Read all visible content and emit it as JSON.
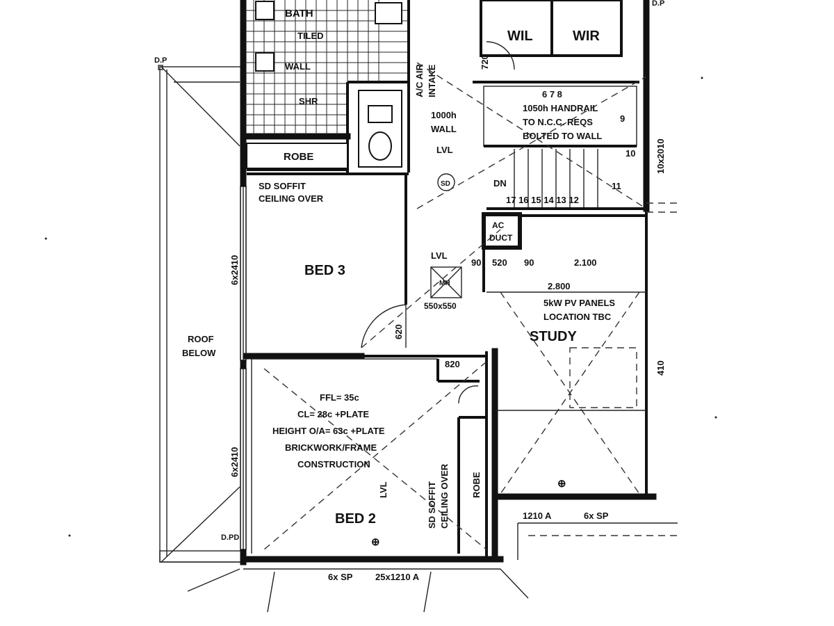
{
  "labels": {
    "bath": "BATH",
    "tiled": "TILED",
    "robe_top": "ROBE",
    "wil": "WIL",
    "wir": "WIR",
    "sd_soffit_1": "SD SOFFIT",
    "ceiling_over_1": "CEILING OVER",
    "bed3": "BED 3",
    "bed2": "BED 2",
    "study": "STUDY",
    "roof": "ROOF",
    "below": "BELOW",
    "dp_top_left": "D.P",
    "dp_top_right": "D.P",
    "dp_bottom": "D.PD",
    "dim_6x2410_a": "6x2410",
    "dim_6x2410_b": "6x2410",
    "dim_10x2010": "10x2010",
    "dim_620": "620",
    "dim_820": "820",
    "dim_520": "520",
    "dim_90": "90",
    "dim_2100": "2.100",
    "dim_2800": "2.800",
    "dim_550": "550x550",
    "dim_1210a": "1210 A",
    "dim_6xsp_r": "6x SP",
    "bottom_6xsp": "6x SP",
    "bottom_25x1210": "25x1210 A",
    "pv_1": "5kW PV PANELS",
    "pv_2": "LOCATION TBC",
    "ffl": "FFL= 35c",
    "cl": "CL= 28c +PLATE",
    "height": "HEIGHT O/A= 63c +PLATE",
    "brick": "BRICKWORK/FRAME",
    "construction": "CONSTRUCTION",
    "lvl_1": "LVL",
    "lvl_2": "LVL",
    "lvl_3": "LVL",
    "sd_soffit_2": "SD SOFFIT",
    "ceiling_over_2": "CEILING OVER",
    "robe_2": "ROBE",
    "ac_1": "A/C AIR",
    "ac_2": "INTAKE",
    "wall_1": "1000h",
    "wall_2": "WALL",
    "stair_note_1": "1050h HANDRAIL",
    "stair_note_2": "TO N.C.C. REQS",
    "stair_note_3": "BOLTED TO WALL",
    "sd": "SD",
    "dn": "DN",
    "stair_nums_top": "6 7 8",
    "stair_nums_bottom": "17 16 15 14 13 12",
    "stair_9": "9",
    "stair_10": "10",
    "stair_11": "11",
    "mh": "MH",
    "ac_unit_1": "AC",
    "ac_unit_2": "DUCT",
    "dim_410": "410",
    "dim_720": "720",
    "shr": "SHR",
    "wall_tiled": "WALL"
  }
}
